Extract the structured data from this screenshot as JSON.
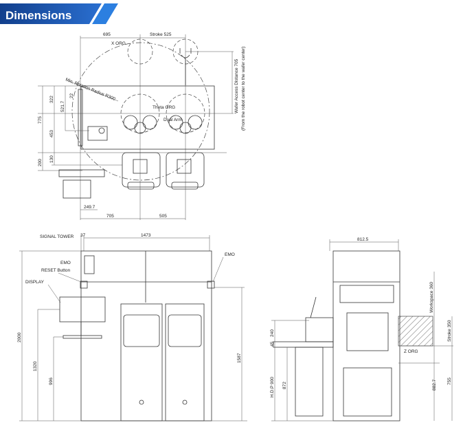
{
  "header": {
    "title": "Dimensions",
    "color": "#1a4fa0"
  },
  "top_view": {
    "dims": {
      "d695": "695",
      "stroke": "Stroke 525",
      "d775": "775",
      "d322": "322",
      "d521": "521.7",
      "d22": "22",
      "d453": "453",
      "d200": "200",
      "d130": "130",
      "d249": "249.7",
      "d705": "705",
      "d505": "505"
    },
    "labels": {
      "x_org": "X ORG",
      "min_radius": "Min. Rotation Radius R300",
      "theta_org": "Theta ORG",
      "dual_arm": "Dual Arm",
      "wafer_access": "Wafer Access Distance 705",
      "wafer_note": "(From the robot center to the wafer center)"
    }
  },
  "front_view": {
    "dims": {
      "d37": "37",
      "d1473": "1473",
      "d2000": "2000",
      "d1320": "1320",
      "d996": "996",
      "d1587": "1587"
    },
    "labels": {
      "signal_tower": "SIGNAL TOWER",
      "emo_left": "EMO",
      "reset": "RESET Button",
      "display": "DISPLAY",
      "emo_right": "EMO"
    }
  },
  "side_view": {
    "dims": {
      "d812": "812.5",
      "workspace": "Workspace 360",
      "stroke": "Stroke 350",
      "d882": "882.7",
      "d755": "755",
      "d240": "240",
      "d45": "45",
      "hdp": "H.D.P 900",
      "d872": "872"
    },
    "labels": {
      "z_org": "Z ORG"
    }
  }
}
